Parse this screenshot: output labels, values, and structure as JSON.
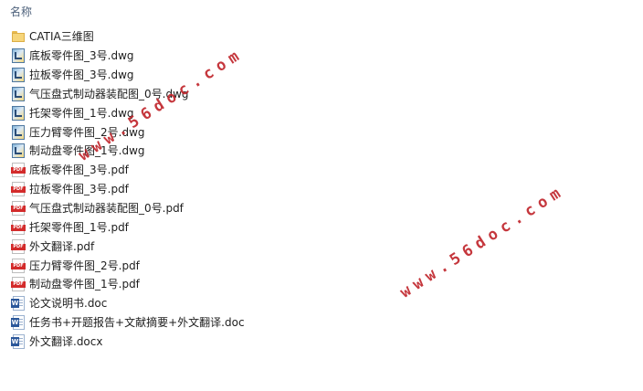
{
  "header": {
    "name_column": "名称"
  },
  "files": [
    {
      "icon": "folder",
      "name": "CATIA三维图"
    },
    {
      "icon": "dwg",
      "name": "底板零件图_3号.dwg"
    },
    {
      "icon": "dwg",
      "name": "拉板零件图_3号.dwg"
    },
    {
      "icon": "dwg",
      "name": "气压盘式制动器装配图_0号.dwg"
    },
    {
      "icon": "dwg",
      "name": "托架零件图_1号.dwg"
    },
    {
      "icon": "dwg",
      "name": "压力臂零件图_2号.dwg"
    },
    {
      "icon": "dwg",
      "name": "制动盘零件图_1号.dwg"
    },
    {
      "icon": "pdf",
      "name": "底板零件图_3号.pdf"
    },
    {
      "icon": "pdf",
      "name": "拉板零件图_3号.pdf"
    },
    {
      "icon": "pdf",
      "name": "气压盘式制动器装配图_0号.pdf"
    },
    {
      "icon": "pdf",
      "name": "托架零件图_1号.pdf"
    },
    {
      "icon": "pdf",
      "name": "外文翻译.pdf"
    },
    {
      "icon": "pdf",
      "name": "压力臂零件图_2号.pdf"
    },
    {
      "icon": "pdf",
      "name": "制动盘零件图_1号.pdf"
    },
    {
      "icon": "doc",
      "name": "论文说明书.doc"
    },
    {
      "icon": "doc",
      "name": "任务书+开题报告+文献摘要+外文翻译.doc"
    },
    {
      "icon": "doc",
      "name": "外文翻译.docx"
    }
  ],
  "icons": {
    "pdf_tag": "PDF",
    "doc_tag": "W"
  },
  "watermarks": [
    "www.56doc.com",
    "www.56doc.com"
  ],
  "colors": {
    "header_text": "#4c607a",
    "watermark": "#c1272d",
    "hover": "#e5f3ff"
  }
}
